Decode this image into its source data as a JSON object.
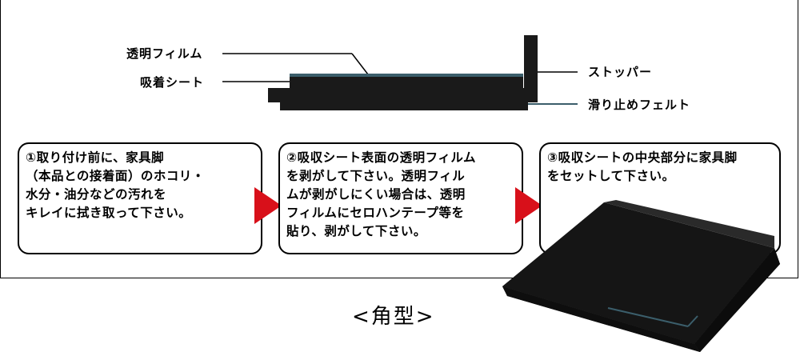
{
  "diagram": {
    "labels": {
      "film": "透明フィルム",
      "absorb": "吸着シート",
      "stopper": "ストッパー",
      "felt": "滑り止めフェルト"
    },
    "steps": [
      {
        "lines": [
          "①取り付け前に、家具脚",
          "（本品との接着面）のホコリ・",
          "水分・油分などの汚れを",
          "キレイに拭き取って下さい。"
        ]
      },
      {
        "lines": [
          "②吸収シート表面の透明フィルム",
          "を剥がして下さい。透明フィル",
          "ムが剥がしにくい場合は、透明",
          "フィルムにセロハンテープ等を",
          "貼り、剥がして下さい。"
        ]
      },
      {
        "lines": [
          "③吸収シートの中央部分に家具脚",
          "をセットして下さい。"
        ]
      }
    ],
    "caption": "<角型>",
    "colors": {
      "arrow": "#d8101a",
      "product": "#1a1a1a",
      "accent": "#3b5e6b"
    }
  }
}
